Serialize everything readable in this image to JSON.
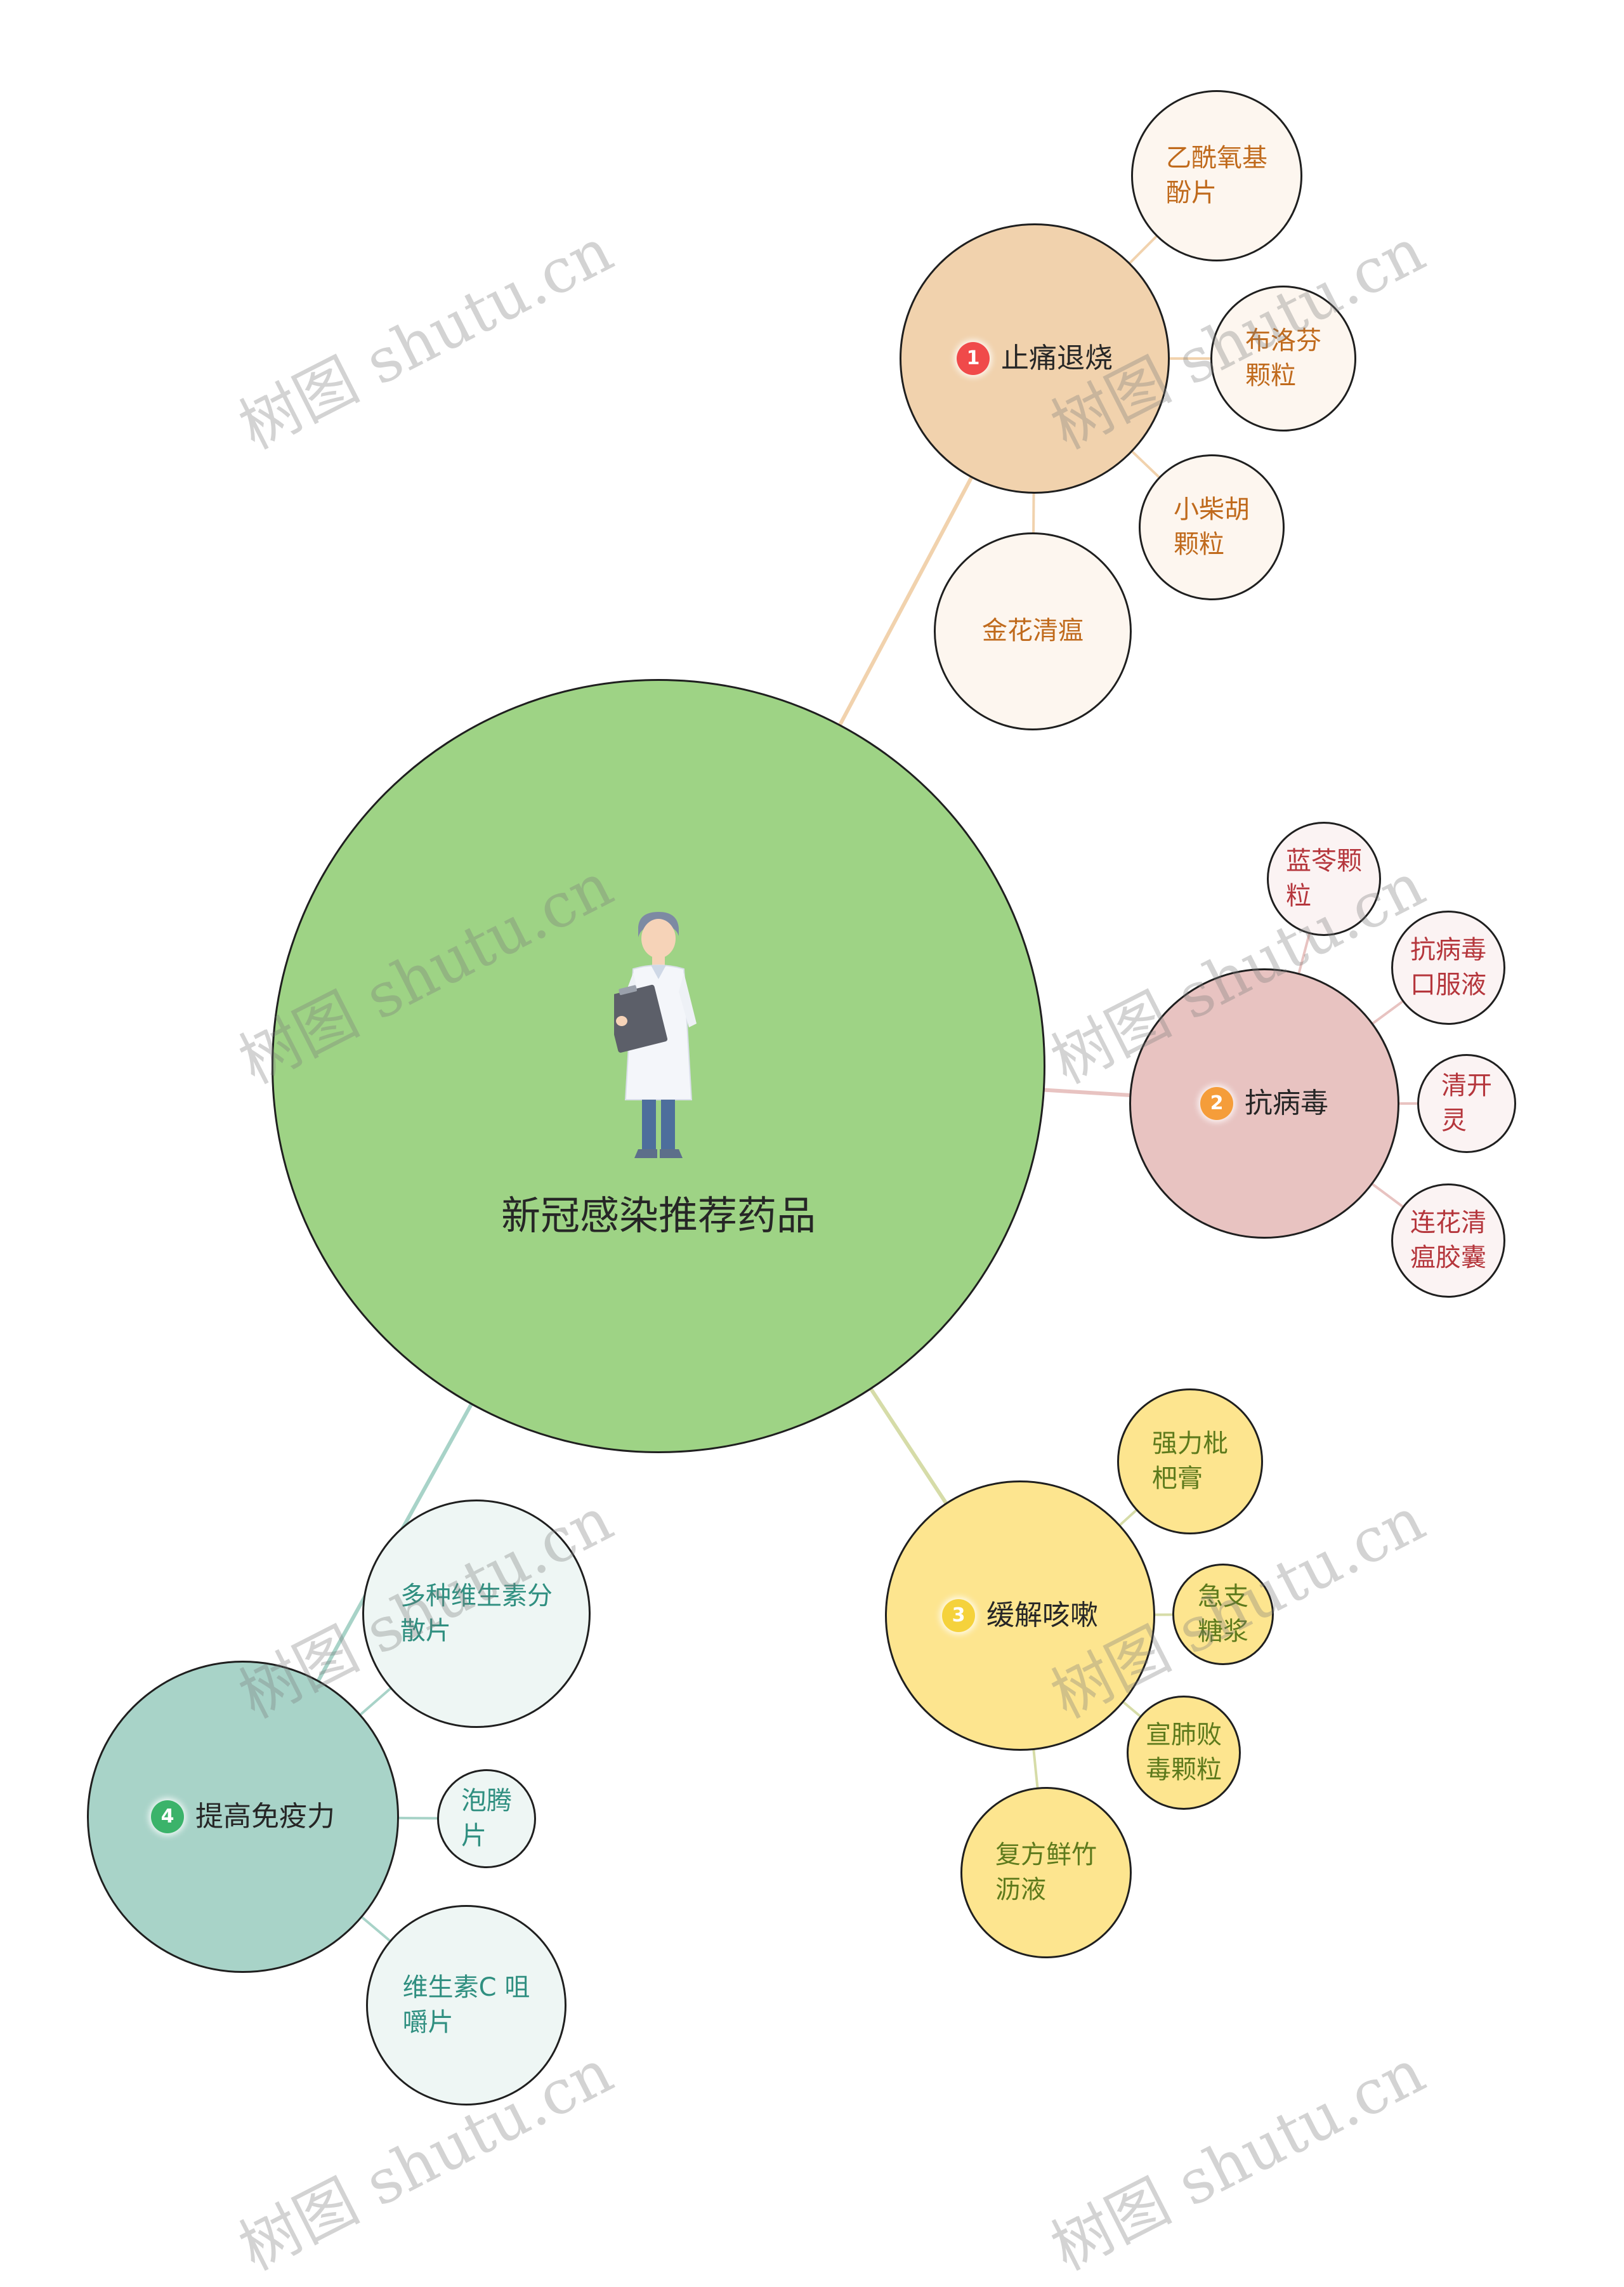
{
  "root": {
    "label": "新冠感染推荐药品",
    "icon": "doctor-icon"
  },
  "branches": [
    {
      "id": "pain",
      "number": "1",
      "label": "止痛退烧",
      "colors": {
        "node": "#f1d2ad",
        "leaf": "#fdf6ef",
        "text": "#c06a1c",
        "badge": "#f04a4a",
        "line": "#f1d2ad"
      },
      "children": [
        "乙酰氧基\n酚片",
        "布洛芬\n颗粒",
        "小柴胡\n颗粒",
        "金花清瘟"
      ]
    },
    {
      "id": "antiviral",
      "number": "2",
      "label": "抗病毒",
      "colors": {
        "node": "#e8c3c1",
        "leaf": "#fbf3f3",
        "text": "#b5363c",
        "badge": "#f59d3a",
        "line": "#e8c3c1"
      },
      "children": [
        "蓝苓颗\n粒",
        "抗病毒\n口服液",
        "清开\n灵",
        "连花清\n瘟胶囊"
      ]
    },
    {
      "id": "cough",
      "number": "3",
      "label": "缓解咳嗽",
      "colors": {
        "node": "#fde58f",
        "leaf": "#fde58f",
        "text": "#5d7a1c",
        "badge": "#f5d23c",
        "line": "#d6dca8"
      },
      "children": [
        "强力枇\n杷膏",
        "急支\n糖浆",
        "宣肺败\n毒颗粒",
        "复方鲜竹\n沥液"
      ]
    },
    {
      "id": "immunity",
      "number": "4",
      "label": "提高免疫力",
      "colors": {
        "node": "#a8d3c8",
        "leaf": "#eef6f4",
        "text": "#2f8f80",
        "badge": "#3bb36a",
        "line": "#a8d3c8"
      },
      "children": [
        "多种维生素分\n散片",
        "泡腾\n片",
        "维生素C 咀\n嚼片"
      ]
    }
  ],
  "watermark": "树图 shutu.cn"
}
